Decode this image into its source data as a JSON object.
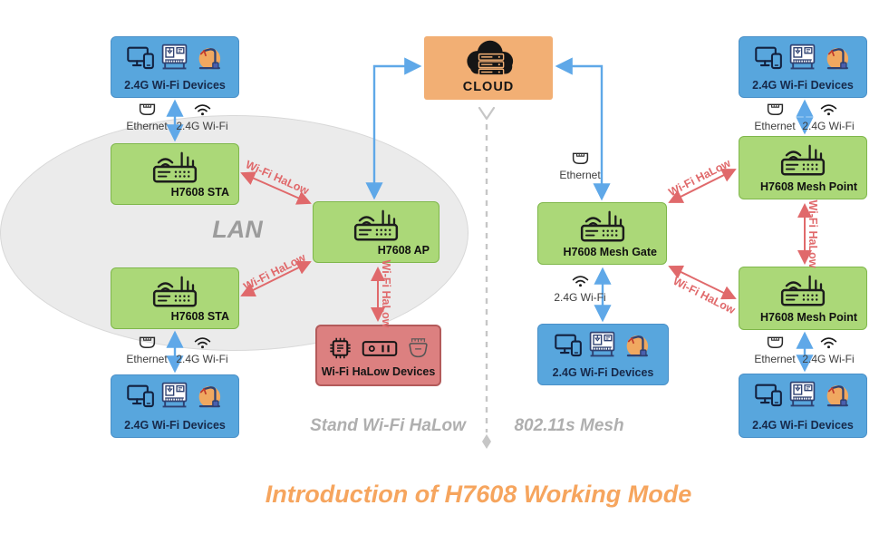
{
  "title": "Introduction of H7608 Working Mode",
  "sections": {
    "lan": "LAN",
    "left_mode": "Stand Wi-Fi HaLow",
    "right_mode": "802.11s Mesh"
  },
  "nodes": {
    "cloud": "CLOUD",
    "wifi_devices": "2.4G Wi-Fi Devices",
    "halow_devices": "Wi-Fi HaLow Devices",
    "sta": "H7608 STA",
    "ap": "H7608 AP",
    "mesh_gate": "H7608 Mesh Gate",
    "mesh_point": "H7608 Mesh Point"
  },
  "links": {
    "ethernet": "Ethernet",
    "wifi_24g": "2.4G Wi-Fi",
    "halow": "Wi-Fi HaLow"
  },
  "icons": {
    "cloud": "cloud-server-icon",
    "router": "router-icon",
    "ethernet": "ethernet-port-icon",
    "wifi": "wifi-signal-icon",
    "display_phone": "display-phone-icon",
    "machine": "industrial-machine-icon",
    "robot_arm": "robot-arm-icon",
    "chip": "chip-icon",
    "sensor": "sensor-device-icon",
    "connector": "iot-connector-icon"
  },
  "colors": {
    "device_box": "#58A6DD",
    "device_box_border": "#4A90C8",
    "router_box": "#ABD878",
    "router_box_border": "#7FB74B",
    "halow_box": "#DC8080",
    "halow_box_border": "#B35A5A",
    "cloud_box": "#F2AF74",
    "blue_link": "#5FA8E8",
    "red_link": "#E0696B",
    "dashed_divider": "#C6C6C6",
    "lan_fill": "#EBEBEB",
    "gray_label": "#AFAFAF",
    "title_orange": "#F6A55E"
  }
}
